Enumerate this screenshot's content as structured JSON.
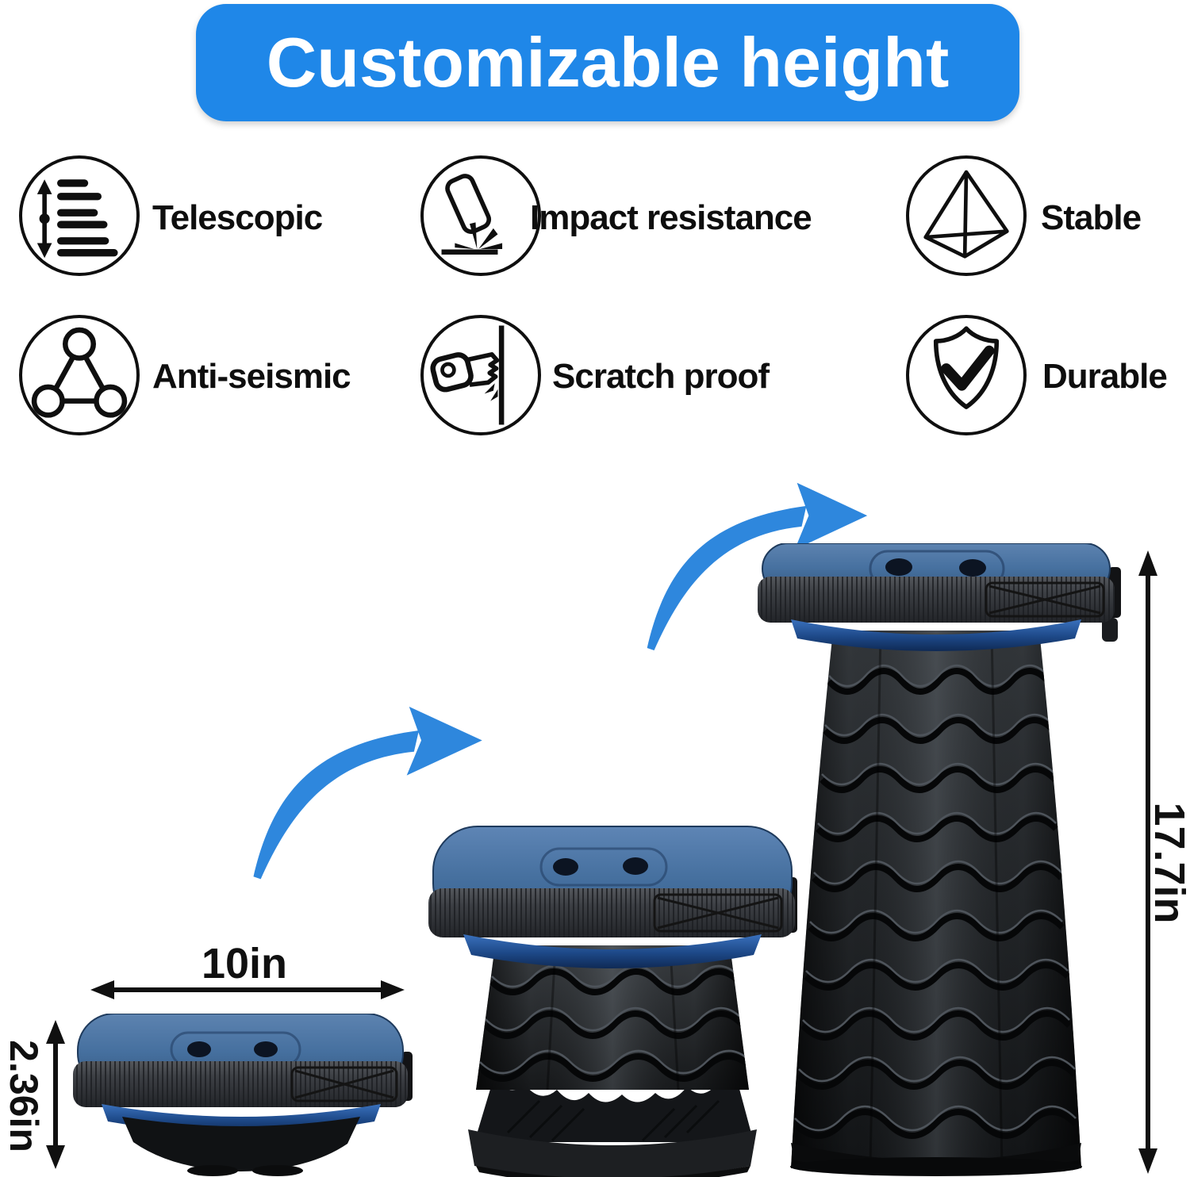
{
  "banner": {
    "text": "Customizable height"
  },
  "features": [
    {
      "icon": "telescopic-icon",
      "label": "Telescopic"
    },
    {
      "icon": "impact-resistance-icon",
      "label": "Impact resistance"
    },
    {
      "icon": "stable-icon",
      "label": "Stable"
    },
    {
      "icon": "anti-seismic-icon",
      "label": "Anti-seismic"
    },
    {
      "icon": "scratch-proof-icon",
      "label": "Scratch proof"
    },
    {
      "icon": "durable-icon",
      "label": "Durable"
    }
  ],
  "dimensions": {
    "width": "10in",
    "collapsed_height": "2.36in",
    "extended_height": "17.7in"
  },
  "product": {
    "stages": [
      "collapsed stool",
      "half extended stool",
      "fully extended stool"
    ]
  },
  "colors": {
    "banner_blue": "#1f87e8",
    "arrow_blue": "#2e87dd",
    "seat_blue": "#46709f",
    "rim_navy": "#1d4887",
    "icon_black": "#0f0f0f"
  }
}
